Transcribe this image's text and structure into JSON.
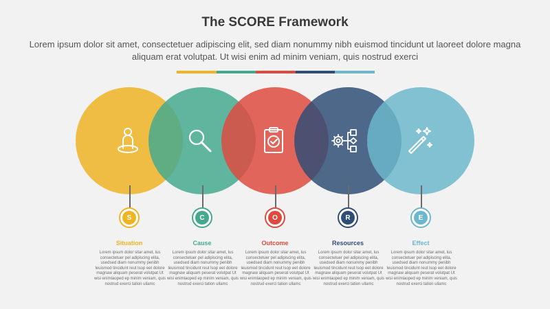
{
  "header": {
    "title": "The SCORE Framework",
    "subtitle": "Lorem ipsum dolor sit amet, consectetuer adipiscing elit, sed diam nonummy nibh euismod tincidunt ut laoreet dolore magna aliquam erat volutpat. Ut wisi enim ad minim veniam, quis nostrud exerci"
  },
  "color_bar": [
    "#F0B323",
    "#44A98F",
    "#DF4A3E",
    "#2F4E76",
    "#6DB7CC"
  ],
  "steps": [
    {
      "letter": "S",
      "label": "Situation",
      "color": "#F0B323",
      "icon": "person-on-target-icon",
      "body": "Lorem ipsum dolor sitar amet, lus consectetuer pel adipiscing elita, usedsed diam nonummy penibh leuismod tincidunt reut lsop eet dolore magnaw aliquam peserat volutpat Ut wisi enimlaoped ep minim veniam, quis nostrud exerci tation ullamc"
    },
    {
      "letter": "C",
      "label": "Cause",
      "color": "#44A98F",
      "icon": "magnifier-icon",
      "body": "Lorem ipsum dolor sitar amet, lus consectetuer pel adipiscing elita, usedsed diam nonummy penibh leuismod tincidunt reut lsop eet dolore magnaw aliquam peserat volutpat Ut wisi enimlaoped ep minim veniam, quis nostrud exerci tation ullamc"
    },
    {
      "letter": "O",
      "label": "Outcome",
      "color": "#DF4A3E",
      "icon": "clipboard-check-icon",
      "body": "Lorem ipsum dolor sitar amet, lus consectetuer pel adipiscing elita, usedsed diam nonummy penibh leuismod tincidunt reut lsop eet dolore magnaw aliquam peserat volutpat Ut wisi enimlaoped ep minim veniam, quis nostrud exerci tation ullamc"
    },
    {
      "letter": "R",
      "label": "Resources",
      "color": "#2F4E76",
      "icon": "gear-flowchart-icon",
      "body": "Lorem ipsum dolor sitar amet, lus consectetuer pel adipiscing elita, usedsed diam nonummy penibh leuismod tincidunt reut lsop eet dolore magnaw aliquam peserat volutpat Ut wisi enimlaoped ep minim veniam, quis nostrud exerci tation ullamc"
    },
    {
      "letter": "E",
      "label": "Effect",
      "color": "#6DB7CC",
      "icon": "magic-wand-icon",
      "body": "Lorem ipsum dolor sitar amet, lus consectetuer pel adipiscing elita, usedsed diam nonummy penibh leuismod tincidunt reut lsop eet dolore magnaw aliquam peserat volutpat Ut wisi enimlaoped ep minim veniam, quis nostrud exerci tation ullamc"
    }
  ]
}
